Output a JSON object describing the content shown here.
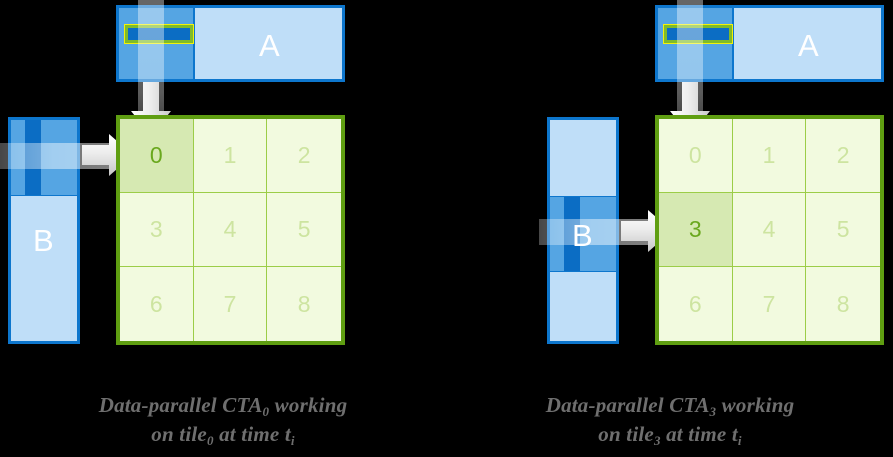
{
  "diagram": {
    "title": "Data-parallel CTA tiling of matrix multiply",
    "colors": {
      "background": "#000000",
      "matrix_border_blue": "#0d76cd",
      "matrix_fill_light_blue": "#bfdef8",
      "matrix_fill_mid_blue": "#55a5e3",
      "matrix_stripe_dark_blue": "#0b6dc4",
      "highlight_outline_green": "#7fbb2a",
      "highlight_outline_yellow": "#f2f20a",
      "grid_border_green": "#5f9e11",
      "grid_line_green": "#9ccd48",
      "tile_fill": "#f2fadf",
      "tile_active_fill": "#d6e9b2",
      "tile_text": "#cde4a0",
      "tile_active_text": "#6aa81e",
      "arrow_fill": "#dcdcdc",
      "caption_text": "#6f6f6f",
      "label_text": "#ffffff"
    },
    "panels": [
      {
        "id": "cta0",
        "matrix_a_label": "A",
        "matrix_b_label": "B",
        "tiles": [
          "0",
          "1",
          "2",
          "3",
          "4",
          "5",
          "6",
          "7",
          "8"
        ],
        "active_tile_index": 0,
        "caption": {
          "line1_pre": "Data-parallel CTA",
          "line1_sub": "0",
          "line1_post": " working",
          "line2_pre": "on tile",
          "line2_sub": "0",
          "line2_mid": " at time t",
          "line2_sub2": "i"
        }
      },
      {
        "id": "cta3",
        "matrix_a_label": "A",
        "matrix_b_label": "B",
        "tiles": [
          "0",
          "1",
          "2",
          "3",
          "4",
          "5",
          "6",
          "7",
          "8"
        ],
        "active_tile_index": 3,
        "caption": {
          "line1_pre": "Data-parallel CTA",
          "line1_sub": "3",
          "line1_post": " working",
          "line2_pre": "on tile",
          "line2_sub": "3",
          "line2_mid": " at time t",
          "line2_sub2": "i"
        }
      }
    ],
    "icons": {
      "down_arrow": "arrow-down-icon",
      "right_arrow": "arrow-right-icon"
    }
  }
}
